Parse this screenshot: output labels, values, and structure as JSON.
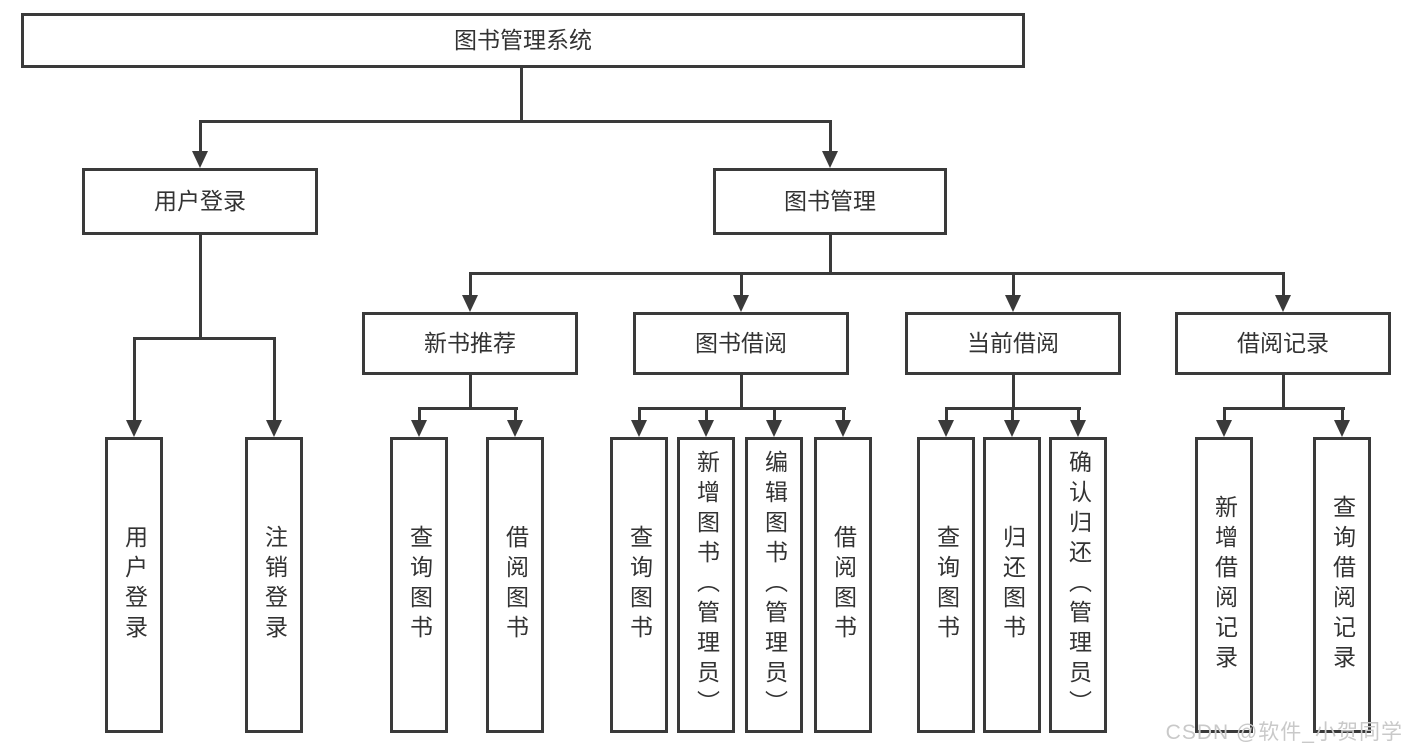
{
  "diagram": {
    "type": "hierarchy-tree",
    "title": "图书管理系统"
  },
  "colors": {
    "line": "#3a3a3a",
    "text": "#333333",
    "background": "#ffffff",
    "watermark": "#c9c9c9"
  },
  "tree": {
    "root": {
      "label": "图书管理系统"
    },
    "level2": [
      {
        "label": "用户登录"
      },
      {
        "label": "图书管理"
      }
    ],
    "level3": [
      {
        "label": "新书推荐",
        "parent": "图书管理"
      },
      {
        "label": "图书借阅",
        "parent": "图书管理"
      },
      {
        "label": "当前借阅",
        "parent": "图书管理"
      },
      {
        "label": "借阅记录",
        "parent": "图书管理"
      }
    ],
    "leaves": {
      "user_login": [
        "用户登录",
        "注销登录"
      ],
      "new_book_recommend": [
        "查询图书",
        "借阅图书"
      ],
      "book_borrowing": [
        "查询图书",
        "新增图书（管理员）",
        "编辑图书（管理员）",
        "借阅图书"
      ],
      "current_borrowing": [
        "查询图书",
        "归还图书",
        "确认归还（管理员）"
      ],
      "borrow_records": [
        "新增借阅记录",
        "查询借阅记录"
      ]
    }
  },
  "watermark": "CSDN @软件_小贺同学"
}
